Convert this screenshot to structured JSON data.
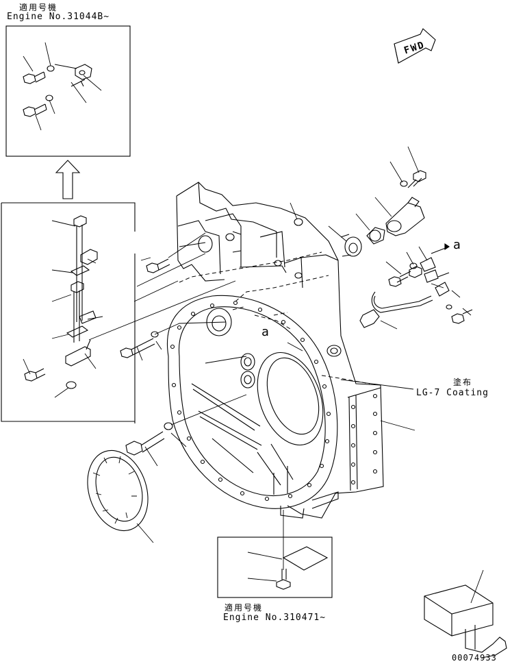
{
  "notes": {
    "top_left_applies": "適用号機",
    "top_left_engine": "Engine No.31044B~",
    "coating_jp": "塗布",
    "coating_en": "LG-7 Coating",
    "bottom_applies": "適用号機",
    "bottom_engine": "Engine No.310471~",
    "fwd_arrow": "FWD",
    "view_ref_a1": "a",
    "view_ref_a2": "a",
    "figure_number": "00074933"
  }
}
